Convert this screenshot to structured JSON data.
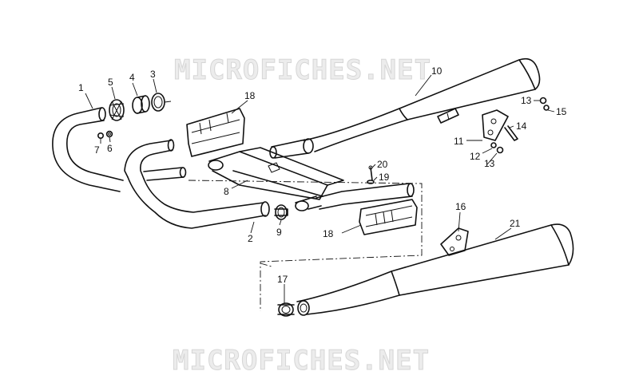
{
  "watermark": "MICROFICHES.NET",
  "callouts": {
    "c1": "1",
    "c2": "2",
    "c3": "3",
    "c4": "4",
    "c5": "5",
    "c6": "6",
    "c7": "7",
    "c8": "8",
    "c9": "9",
    "c10": "10",
    "c11": "11",
    "c12": "12",
    "c13a": "13",
    "c13b": "13",
    "c14": "14",
    "c15": "15",
    "c16": "16",
    "c17": "17",
    "c18a": "18",
    "c18b": "18",
    "c19": "19",
    "c20": "20",
    "c21": "21"
  }
}
